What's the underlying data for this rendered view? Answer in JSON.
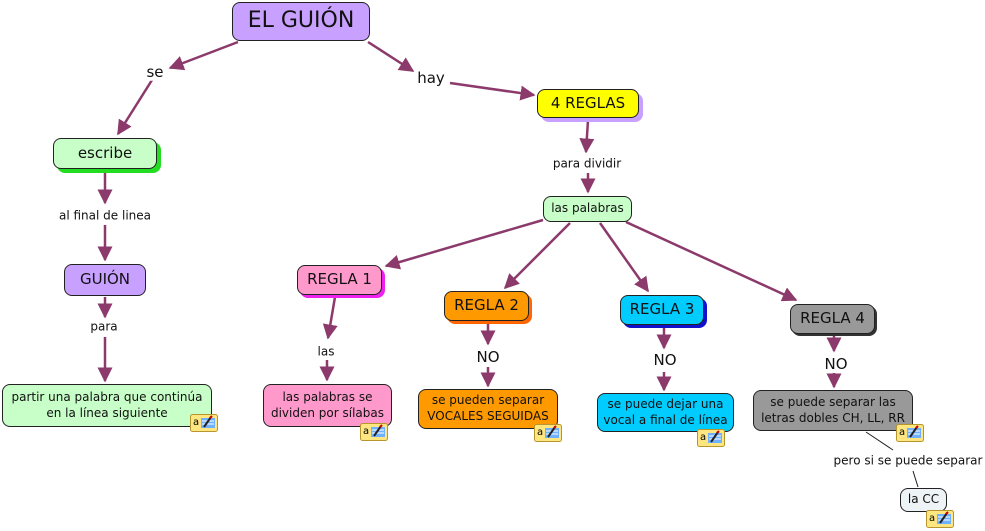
{
  "colors": {
    "link": "#8b3a6b",
    "root_fill": "#c8a0ff",
    "green_fill": "#c8ffc8",
    "green_shadow": "#22dd22",
    "yellow_fill": "#ffff00",
    "yellow_shadow": "#c8a0ff",
    "pink_fill": "#ff99cc",
    "pink_shadow": "#ee22ee",
    "orange_fill": "#ff9900",
    "orange_shadow": "#ff6600",
    "cyan_fill": "#00ccff",
    "cyan_shadow": "#1111cc",
    "gray_fill": "#999999",
    "gray_shadow": "#333333",
    "light_fill": "#eef4f6"
  },
  "nodes": {
    "root": "EL GUIÓN",
    "escribe": "escribe",
    "guion": "GUIÓN",
    "partir": "partir una palabra que continúa\nen la línea siguiente",
    "reglas": "4 REGLAS",
    "palabras": "las palabras",
    "regla1": "REGLA 1",
    "regla2": "REGLA 2",
    "regla3": "REGLA 3",
    "regla4": "REGLA 4",
    "silabas": "las palabras se\ndividen por sílabas",
    "vocales": "se pueden separar\nVOCALES SEGUIDAS",
    "vocal_final": "se puede dejar una\nvocal a final de línea",
    "dobles": "se puede separar las\nletras dobles CH, LL, RR",
    "cc": "la CC"
  },
  "links": {
    "se": "se",
    "hay": "hay",
    "al_final": "al final de linea",
    "para": "para",
    "para_dividir": "para dividir",
    "las": "las",
    "no2": "NO",
    "no3": "NO",
    "no4": "NO",
    "pero": "pero si se puede separar"
  },
  "icons": {
    "note": "annotation-note-icon"
  }
}
